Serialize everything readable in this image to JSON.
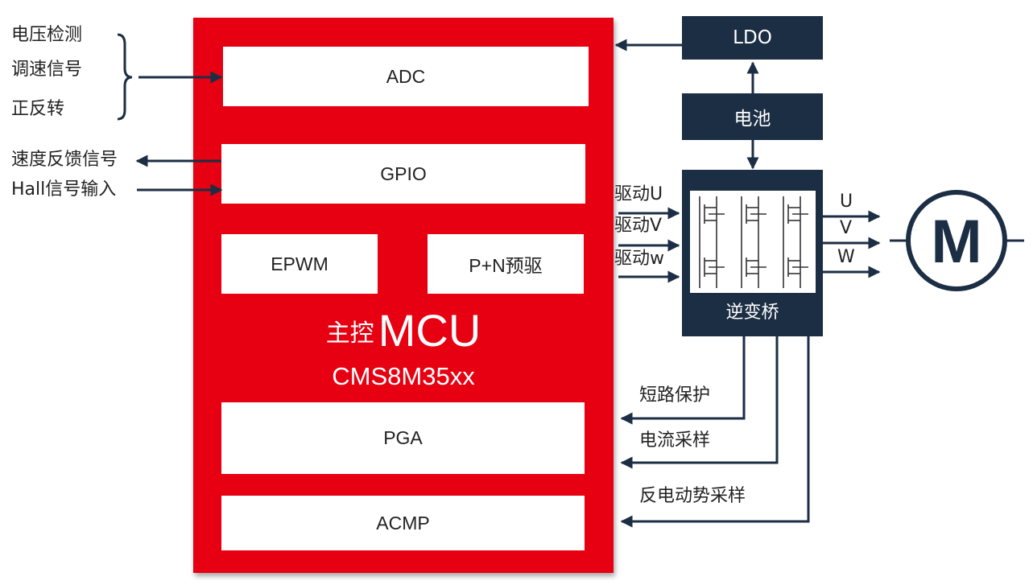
{
  "inputs_left": {
    "voltage_detect": "电压检测",
    "speed_signal": "调速信号",
    "direction": "正反转",
    "speed_feedback": "速度反馈信号",
    "hall_input": "Hall信号输入"
  },
  "mcu": {
    "title_cn": "主控",
    "title_en": "MCU",
    "part_number": "CMS8M35xx",
    "blocks": {
      "adc": "ADC",
      "gpio": "GPIO",
      "epwm": "EPWM",
      "predriver": "P+N预驱",
      "pga": "PGA",
      "acmp": "ACMP"
    }
  },
  "power": {
    "ldo": "LDO",
    "battery": "电池"
  },
  "inverter": {
    "label": "逆变桥",
    "drive_u": "驱动U",
    "drive_v": "驱动V",
    "drive_w": "驱动w",
    "phase_u": "U",
    "phase_v": "V",
    "phase_w": "W"
  },
  "motor": {
    "symbol": "M"
  },
  "feedback": {
    "short_protect": "短路保护",
    "current_sample": "电流采样",
    "bemf_sample": "反电动势采样"
  },
  "colors": {
    "mcu_red": "#e60012",
    "navy": "#1c2e44",
    "line": "#1c2e44"
  }
}
